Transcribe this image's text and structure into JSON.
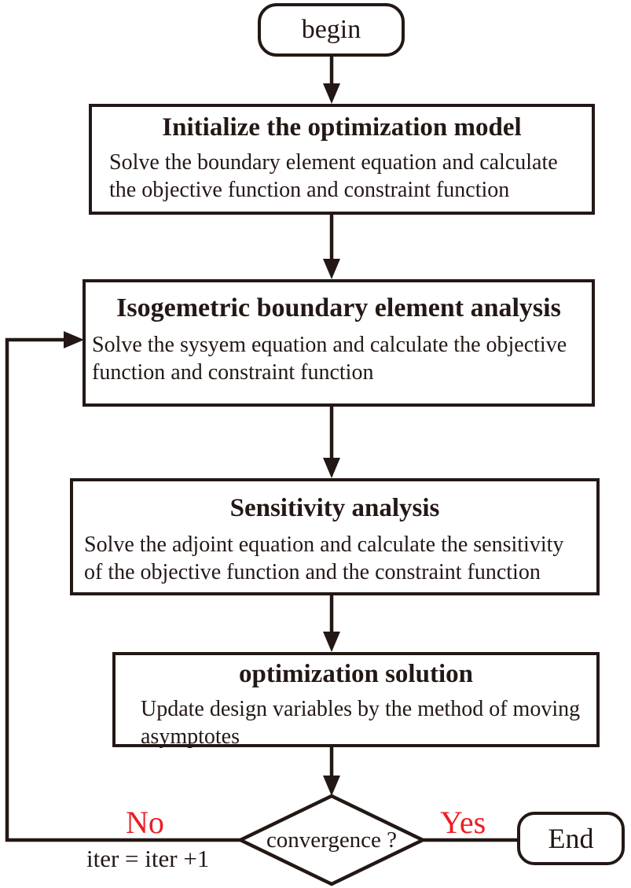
{
  "palette": {
    "ink": "#231815",
    "background": "#ffffff",
    "highlight_red": "#ed1c24"
  },
  "nodes": {
    "begin": {
      "label": "begin"
    },
    "boxes": [
      {
        "title": "Initialize the optimization model",
        "body": [
          "Solve the boundary element equation and calculate",
          "the objective function and constraint function"
        ]
      },
      {
        "title": "Isogemetric boundary element analysis",
        "body": [
          "Solve the sysyem equation and calculate the objective",
          "function and constraint function"
        ]
      },
      {
        "title": "Sensitivity analysis",
        "body": [
          "Solve the adjoint equation and calculate the sensitivity",
          "of the objective function and the constraint function"
        ]
      },
      {
        "title": "optimization solution",
        "body": [
          "Update design variables by the method of moving",
          "asymptotes"
        ]
      }
    ],
    "decision": {
      "label": "convergence ?"
    },
    "end": {
      "label": "End"
    }
  },
  "edge_labels": {
    "yes": "Yes",
    "no": "No",
    "iteration": "iter = iter +1"
  }
}
